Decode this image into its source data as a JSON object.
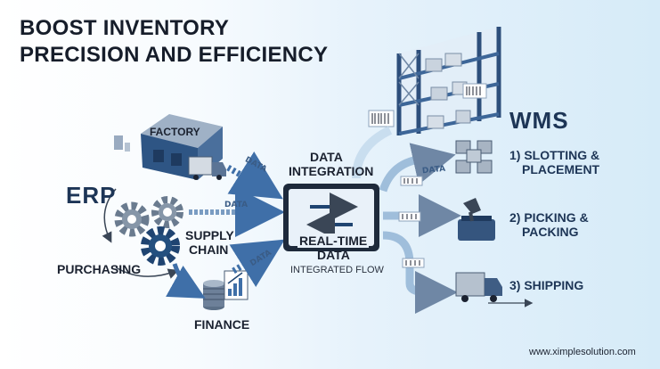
{
  "title": {
    "line1": "BOOST INVENTORY",
    "line2": "PRECISION AND EFFICIENCY"
  },
  "erp": {
    "label": "ERP",
    "factory": "FACTORY",
    "supply_chain_1": "SUPPLY",
    "supply_chain_2": "CHAIN",
    "purchasing": "PURCHASING",
    "finance": "FINANCE"
  },
  "flows": {
    "data_label": "DATA"
  },
  "center": {
    "integration_1": "DATA",
    "integration_2": "INTEGRATION",
    "realtime_1": "REAL-TIME",
    "realtime_2": "DATA",
    "integrated_flow": "INTEGRATED FLOW"
  },
  "wms": {
    "label": "WMS",
    "steps": [
      {
        "line1": "1) SLOTTING &",
        "line2": "PLACEMENT"
      },
      {
        "line1": "2) PICKING &",
        "line2": "PACKING"
      },
      {
        "line1": "3) SHIPPING",
        "line2": ""
      }
    ]
  },
  "footer": {
    "website": "www.ximplesolution.com"
  },
  "colors": {
    "navy": "#1d3556",
    "arrow_blue": "#3f6fa8",
    "arrow_light": "#9fbedb",
    "steel": "#6f87a5"
  }
}
